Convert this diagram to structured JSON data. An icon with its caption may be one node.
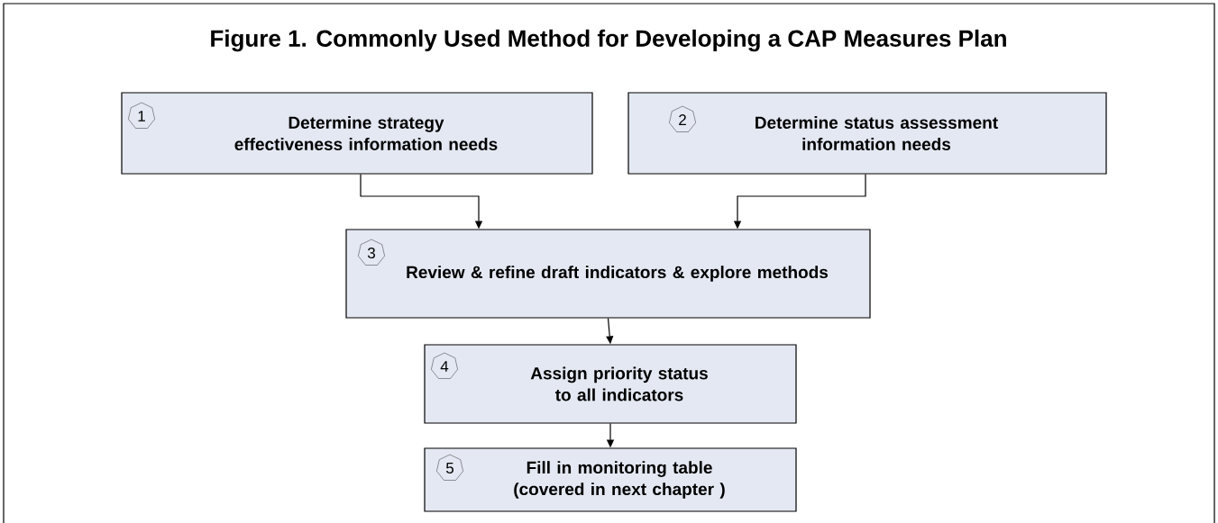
{
  "diagram": {
    "title": "Figure 1. Commonly Used Method for Developing a CAP Measures Plan",
    "nodes": [
      {
        "text": [
          "1",
          "Determine strategy effectiveness information needs"
        ]
      },
      {
        "text": [
          "2",
          "Determine status assessment information needs"
        ]
      },
      {
        "text": [
          "3",
          "Review & refine draft indicators & explore methods"
        ]
      },
      {
        "text": [
          "4",
          "Assign priority status to all indicators"
        ]
      },
      {
        "text": [
          "5",
          "Fill in monitoring table (covered in next chapter )"
        ]
      }
    ],
    "edges": [
      {
        "from": 0,
        "to": 2,
        "arrow": "to"
      },
      {
        "from": 1,
        "to": 2,
        "arrow": "to"
      },
      {
        "from": 2,
        "to": 3,
        "arrow": "to"
      },
      {
        "from": 3,
        "to": 4,
        "arrow": "to"
      }
    ]
  }
}
